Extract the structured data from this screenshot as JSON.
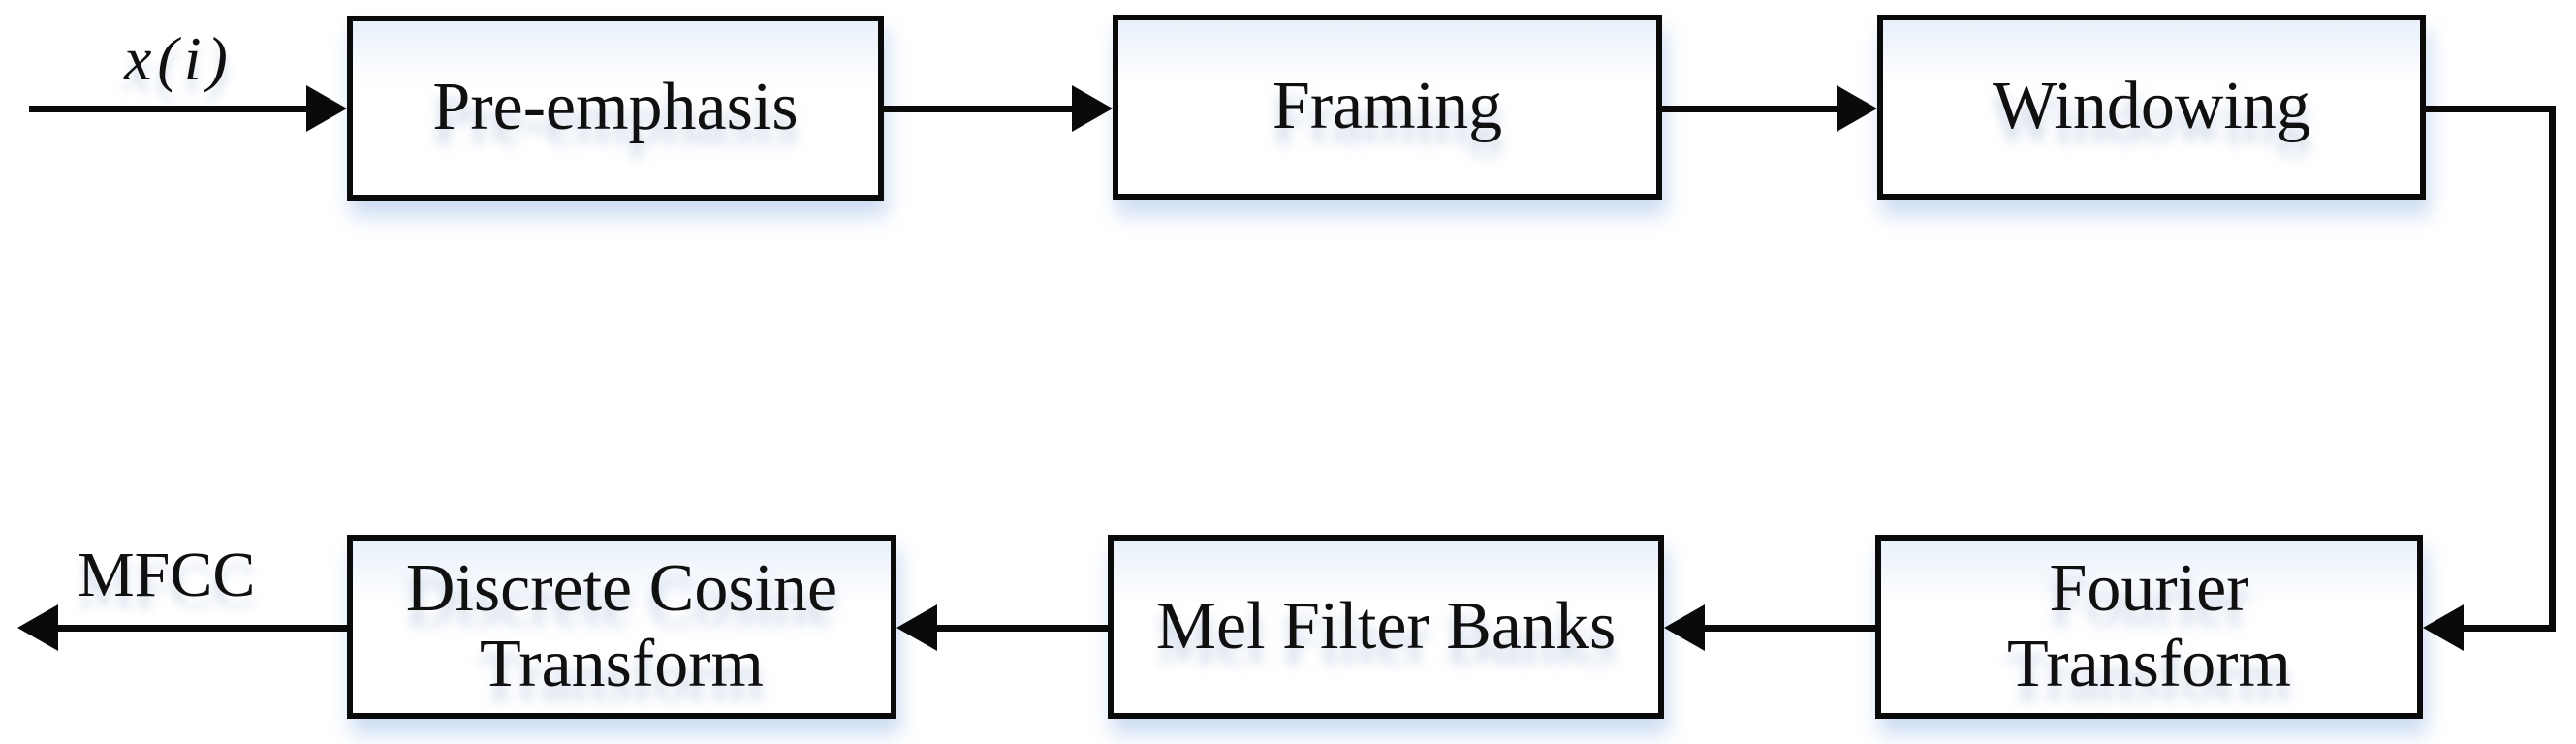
{
  "diagram": {
    "description": "MFCC feature extraction block diagram",
    "input_label": "x(i)",
    "output_label": "MFCC",
    "nodes": [
      {
        "id": "pre-emphasis",
        "label": "Pre-emphasis"
      },
      {
        "id": "framing",
        "label": "Framing"
      },
      {
        "id": "windowing",
        "label": "Windowing"
      },
      {
        "id": "fourier-transform",
        "label": "Fourier\nTransform"
      },
      {
        "id": "mel-filter-banks",
        "label": "Mel Filter Banks"
      },
      {
        "id": "discrete-cosine-transform",
        "label": "Discrete Cosine\nTransform"
      }
    ],
    "edges": [
      {
        "from": "input",
        "to": "pre-emphasis"
      },
      {
        "from": "pre-emphasis",
        "to": "framing"
      },
      {
        "from": "framing",
        "to": "windowing"
      },
      {
        "from": "windowing",
        "to": "fourier-transform"
      },
      {
        "from": "fourier-transform",
        "to": "mel-filter-banks"
      },
      {
        "from": "mel-filter-banks",
        "to": "discrete-cosine-transform"
      },
      {
        "from": "discrete-cosine-transform",
        "to": "output"
      }
    ],
    "colors": {
      "line": "#0a0a0a",
      "box_fill": "#ffffff",
      "box_glow": "#e9f0fa",
      "text": "#101010"
    }
  }
}
